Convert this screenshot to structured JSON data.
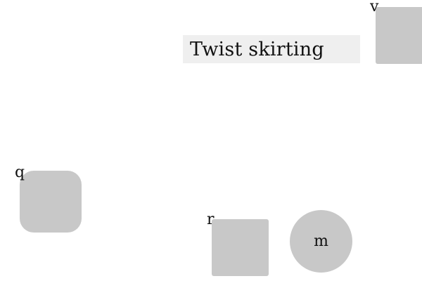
{
  "title": {
    "text": "Twist skirting"
  },
  "shapes": {
    "v": {
      "label": "v"
    },
    "q": {
      "label": "q"
    },
    "r": {
      "label": "r"
    },
    "m": {
      "label": "m"
    }
  },
  "colors": {
    "background": "#ffffff",
    "title_background": "#efefef",
    "shape_fill": "#c8c8c8",
    "text": "#111111"
  }
}
